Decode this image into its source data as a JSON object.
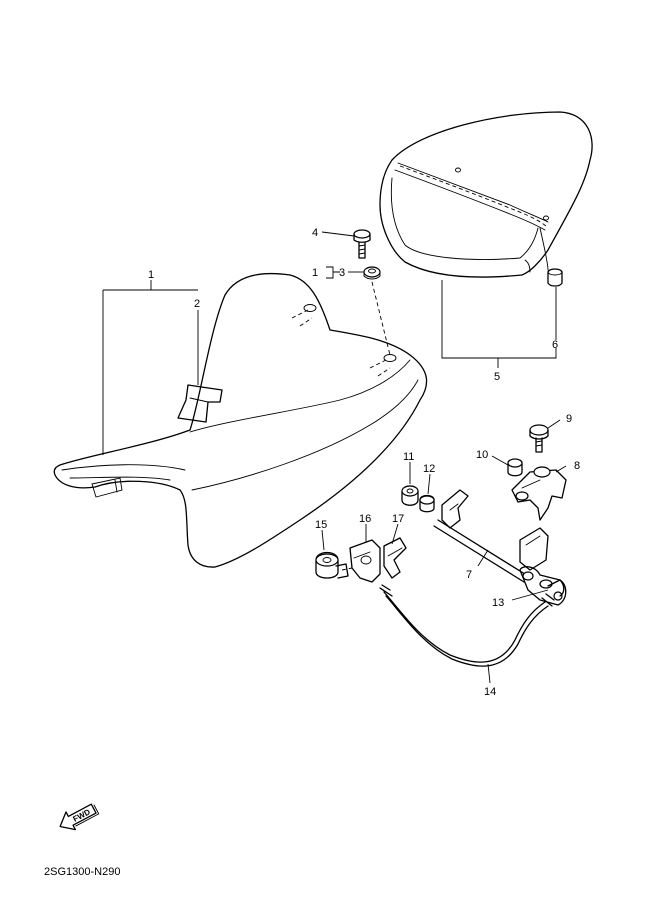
{
  "diagram_code": "2SG1300-N290",
  "fwd_label": "FWD",
  "callouts": {
    "c1a": "1",
    "c1b": "1",
    "c2": "2",
    "c3": "3",
    "c4": "4",
    "c5": "5",
    "c6": "6",
    "c7": "7",
    "c8": "8",
    "c9": "9",
    "c10": "10",
    "c11": "11",
    "c12": "12",
    "c13": "13",
    "c14": "14",
    "c15": "15",
    "c16": "16",
    "c17": "17"
  }
}
